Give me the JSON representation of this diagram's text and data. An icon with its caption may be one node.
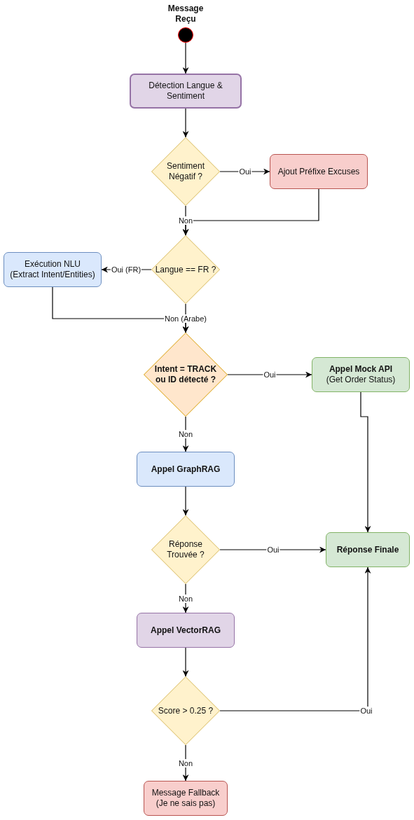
{
  "diagram": {
    "nodes": [
      {
        "text": [],
        "shape": "circle",
        "beside": [
          "Message Reçu"
        ]
      },
      {
        "text": [
          "Détection Langue & Sentiment"
        ]
      },
      {
        "text": [
          "Sentiment Négatif ?"
        ]
      },
      {
        "text": [
          "Ajout Préfixe Excuses"
        ]
      },
      {
        "text": [
          "Exécution NLU",
          "(Extract Intent/Entities)"
        ]
      },
      {
        "text": [
          "Langue == FR ?"
        ]
      },
      {
        "text": [
          "Intent = TRACK ou ID détecté ?"
        ]
      },
      {
        "text": [
          "Appel Mock API",
          "(Get Order Status)"
        ]
      },
      {
        "text": [
          "Appel GraphRAG"
        ]
      },
      {
        "text": [
          "Réponse Trouvée ?"
        ]
      },
      {
        "text": [
          "Réponse Finale"
        ]
      },
      {
        "text": [
          "Appel VectorRAG"
        ]
      },
      {
        "text": [
          "Score > 0.25 ?"
        ]
      },
      {
        "text": [
          "Message Fallback",
          "(Je ne sais pas)"
        ]
      }
    ],
    "edges": [
      {
        "from": 0,
        "to": 1,
        "arrow": "to"
      },
      {
        "from": 1,
        "to": 2,
        "arrow": "to"
      },
      {
        "from": 2,
        "to": 3,
        "arrow": "to",
        "label": "Oui"
      },
      {
        "from": 2,
        "to": 5,
        "arrow": "to",
        "label": "Non"
      },
      {
        "from": 3,
        "to": 5,
        "arrow": "to"
      },
      {
        "from": 5,
        "to": 4,
        "arrow": "to",
        "label": "Oui (FR)"
      },
      {
        "from": 5,
        "to": 6,
        "arrow": "to",
        "label": "Non (Arabe)"
      },
      {
        "from": 4,
        "to": 6,
        "arrow": "to"
      },
      {
        "from": 6,
        "to": 7,
        "arrow": "to",
        "label": "Oui"
      },
      {
        "from": 6,
        "to": 8,
        "arrow": "to",
        "label": "Non"
      },
      {
        "from": 7,
        "to": 10,
        "arrow": "to"
      },
      {
        "from": 8,
        "to": 9,
        "arrow": "to"
      },
      {
        "from": 9,
        "to": 10,
        "arrow": "to",
        "label": "Oui"
      },
      {
        "from": 9,
        "to": 11,
        "arrow": "to",
        "label": "Non"
      },
      {
        "from": 11,
        "to": 12,
        "arrow": "to"
      },
      {
        "from": 12,
        "to": 10,
        "arrow": "to",
        "label": "Oui"
      },
      {
        "from": 12,
        "to": 13,
        "arrow": "to",
        "label": "Non"
      }
    ]
  }
}
